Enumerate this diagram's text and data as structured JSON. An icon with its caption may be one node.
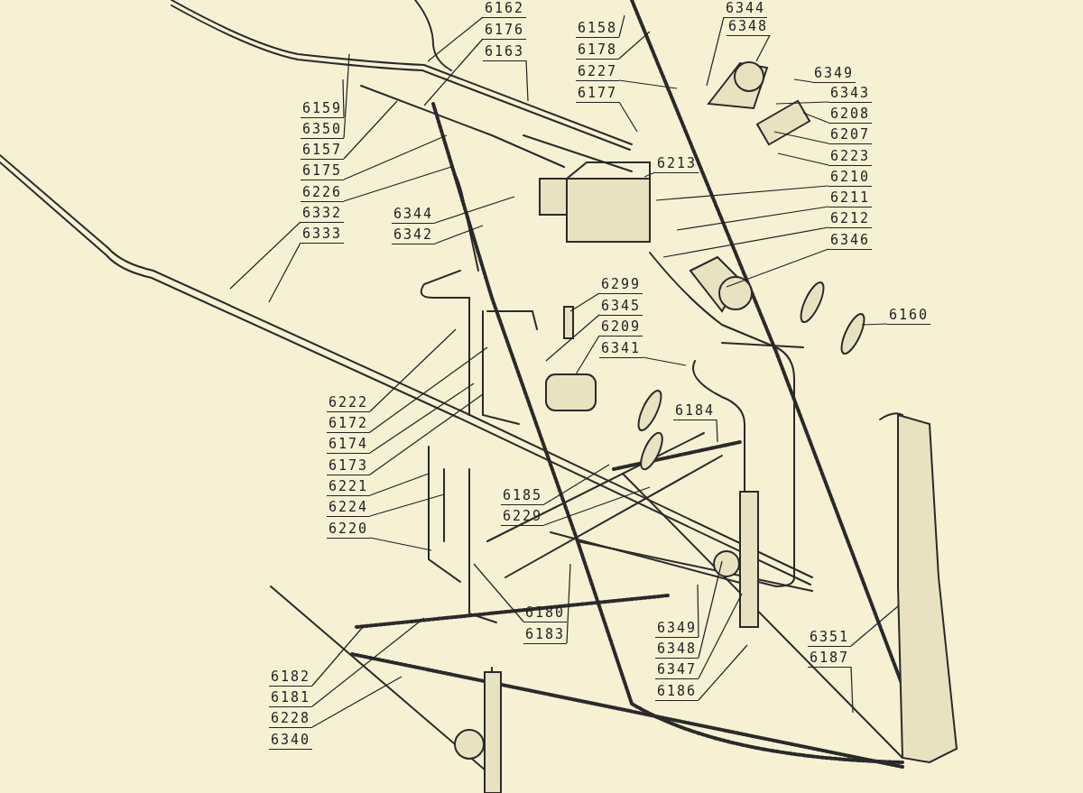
{
  "diagram": {
    "nodes": [
      {
        "text": [
          "6344"
        ]
      },
      {
        "text": [
          "6348"
        ]
      },
      {
        "text": [
          "6162"
        ]
      },
      {
        "text": [
          "6176"
        ]
      },
      {
        "text": [
          "6163"
        ]
      },
      {
        "text": [
          "6158"
        ]
      },
      {
        "text": [
          "6178"
        ]
      },
      {
        "text": [
          "6227"
        ]
      },
      {
        "text": [
          "6177"
        ]
      },
      {
        "text": [
          "6349"
        ]
      },
      {
        "text": [
          "6343"
        ]
      },
      {
        "text": [
          "6208"
        ]
      },
      {
        "text": [
          "6207"
        ]
      },
      {
        "text": [
          "6223"
        ]
      },
      {
        "text": [
          "6210"
        ]
      },
      {
        "text": [
          "6211"
        ]
      },
      {
        "text": [
          "6212"
        ]
      },
      {
        "text": [
          "6346"
        ]
      },
      {
        "text": [
          "6213"
        ]
      },
      {
        "text": [
          "6159"
        ]
      },
      {
        "text": [
          "6350"
        ]
      },
      {
        "text": [
          "6157"
        ]
      },
      {
        "text": [
          "6175"
        ]
      },
      {
        "text": [
          "6226"
        ]
      },
      {
        "text": [
          "6332"
        ]
      },
      {
        "text": [
          "6333"
        ]
      },
      {
        "text": [
          "6344"
        ]
      },
      {
        "text": [
          "6342"
        ]
      },
      {
        "text": [
          "6299"
        ]
      },
      {
        "text": [
          "6345"
        ]
      },
      {
        "text": [
          "6209"
        ]
      },
      {
        "text": [
          "6341"
        ]
      },
      {
        "text": [
          "6160"
        ]
      },
      {
        "text": [
          "6222"
        ]
      },
      {
        "text": [
          "6172"
        ]
      },
      {
        "text": [
          "6174"
        ]
      },
      {
        "text": [
          "6173"
        ]
      },
      {
        "text": [
          "6184"
        ]
      },
      {
        "text": [
          "6221"
        ]
      },
      {
        "text": [
          "6224"
        ]
      },
      {
        "text": [
          "6185"
        ]
      },
      {
        "text": [
          "6229"
        ]
      },
      {
        "text": [
          "6220"
        ]
      },
      {
        "text": [
          "6180"
        ]
      },
      {
        "text": [
          "6183"
        ]
      },
      {
        "text": [
          "6349"
        ]
      },
      {
        "text": [
          "6348"
        ]
      },
      {
        "text": [
          "6347"
        ]
      },
      {
        "text": [
          "6186"
        ]
      },
      {
        "text": [
          "6351"
        ]
      },
      {
        "text": [
          "6187"
        ]
      },
      {
        "text": [
          "6182"
        ]
      },
      {
        "text": [
          "6181"
        ]
      },
      {
        "text": [
          "6228"
        ]
      },
      {
        "text": [
          "6340"
        ]
      }
    ],
    "edges": [
      {
        "from": 0,
        "to": null,
        "arrow": "none"
      },
      {
        "from": 1,
        "to": null,
        "arrow": "none"
      },
      {
        "from": 2,
        "to": null,
        "arrow": "none"
      },
      {
        "from": 3,
        "to": null,
        "arrow": "none"
      },
      {
        "from": 4,
        "to": null,
        "arrow": "none"
      },
      {
        "from": 5,
        "to": null,
        "arrow": "none"
      },
      {
        "from": 6,
        "to": null,
        "arrow": "none"
      },
      {
        "from": 7,
        "to": null,
        "arrow": "none"
      },
      {
        "from": 8,
        "to": null,
        "arrow": "none"
      },
      {
        "from": 9,
        "to": null,
        "arrow": "none"
      },
      {
        "from": 10,
        "to": null,
        "arrow": "none"
      },
      {
        "from": 11,
        "to": null,
        "arrow": "none"
      },
      {
        "from": 12,
        "to": null,
        "arrow": "none"
      },
      {
        "from": 13,
        "to": null,
        "arrow": "none"
      },
      {
        "from": 14,
        "to": null,
        "arrow": "none"
      },
      {
        "from": 15,
        "to": null,
        "arrow": "none"
      },
      {
        "from": 16,
        "to": null,
        "arrow": "none"
      },
      {
        "from": 17,
        "to": null,
        "arrow": "none"
      },
      {
        "from": 18,
        "to": null,
        "arrow": "none"
      },
      {
        "from": 19,
        "to": null,
        "arrow": "none"
      },
      {
        "from": 20,
        "to": null,
        "arrow": "none"
      },
      {
        "from": 21,
        "to": null,
        "arrow": "none"
      },
      {
        "from": 22,
        "to": null,
        "arrow": "none"
      },
      {
        "from": 23,
        "to": null,
        "arrow": "none"
      },
      {
        "from": 24,
        "to": null,
        "arrow": "none"
      },
      {
        "from": 25,
        "to": null,
        "arrow": "none"
      },
      {
        "from": 26,
        "to": null,
        "arrow": "none"
      },
      {
        "from": 27,
        "to": null,
        "arrow": "none"
      },
      {
        "from": 28,
        "to": null,
        "arrow": "none"
      },
      {
        "from": 29,
        "to": null,
        "arrow": "none"
      },
      {
        "from": 30,
        "to": null,
        "arrow": "none"
      },
      {
        "from": 31,
        "to": null,
        "arrow": "none"
      },
      {
        "from": 32,
        "to": null,
        "arrow": "none"
      },
      {
        "from": 33,
        "to": null,
        "arrow": "none"
      },
      {
        "from": 34,
        "to": null,
        "arrow": "none"
      },
      {
        "from": 35,
        "to": null,
        "arrow": "none"
      },
      {
        "from": 36,
        "to": null,
        "arrow": "none"
      },
      {
        "from": 37,
        "to": null,
        "arrow": "none"
      },
      {
        "from": 38,
        "to": null,
        "arrow": "none"
      },
      {
        "from": 39,
        "to": null,
        "arrow": "none"
      },
      {
        "from": 40,
        "to": null,
        "arrow": "none"
      },
      {
        "from": 41,
        "to": null,
        "arrow": "none"
      },
      {
        "from": 42,
        "to": null,
        "arrow": "none"
      },
      {
        "from": 43,
        "to": null,
        "arrow": "none"
      },
      {
        "from": 44,
        "to": null,
        "arrow": "none"
      },
      {
        "from": 45,
        "to": null,
        "arrow": "none"
      },
      {
        "from": 46,
        "to": null,
        "arrow": "none"
      },
      {
        "from": 47,
        "to": null,
        "arrow": "none"
      },
      {
        "from": 48,
        "to": null,
        "arrow": "none"
      },
      {
        "from": 49,
        "to": null,
        "arrow": "none"
      },
      {
        "from": 50,
        "to": null,
        "arrow": "none"
      },
      {
        "from": 51,
        "to": null,
        "arrow": "none"
      },
      {
        "from": 52,
        "to": null,
        "arrow": "none"
      },
      {
        "from": 53,
        "to": null,
        "arrow": "none"
      }
    ]
  }
}
